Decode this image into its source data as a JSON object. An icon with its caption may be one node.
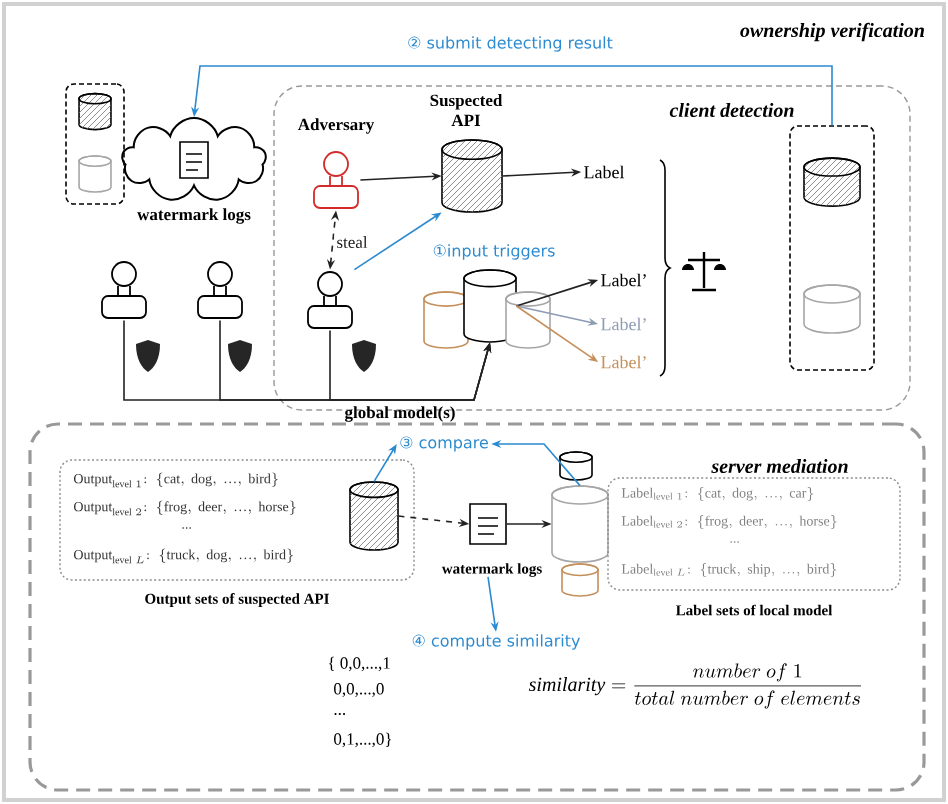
{
  "diagram": {
    "nodes": [
      {
        "text": [
          "client detection"
        ]
      },
      {
        "text": [
          "server mediation"
        ]
      },
      {
        "text": [],
        "shape": "box"
      },
      {
        "text": [
          "watermark logs"
        ]
      },
      {
        "text": [
          "Adversary"
        ],
        "in": 0
      },
      {
        "text": [
          "Suspected API"
        ],
        "in": 0
      },
      {
        "text": [
          "Label"
        ],
        "in": 0
      },
      {
        "text": [],
        "shape": "box",
        "in": 0
      },
      {
        "text": [],
        "shape": "person",
        "in": 0
      },
      {
        "text": [],
        "shape": "cylinder",
        "in": 0
      },
      {
        "text": [
          "Label’"
        ],
        "in": 0
      },
      {
        "text": [
          "Label’"
        ],
        "in": 0
      },
      {
        "text": [
          "Label’"
        ],
        "in": 0
      },
      {
        "text": [],
        "shape": "person"
      },
      {
        "text": [],
        "shape": "person"
      },
      {
        "text": [
          "\\mathrm{Output}_{\\mathrm{level}\\ 1}\\mathrm{:\\ \\{cat,\\ dog,\\ ...,\\ bird\\}}",
          "\\mathrm{Output}_{\\mathrm{level}\\ 2}\\mathrm{:\\ \\{frog,\\ deer,\\ ...,\\ horse\\}}",
          "...",
          "\\mathrm{Output}_{\\mathrm{level}\\ L}\\mathrm{:\\ \\{truck,\\ dog,\\ ...,\\ bird\\}}",
          "Output sets of suspected API"
        ],
        "in": 1
      },
      {
        "text": [],
        "shape": "cylinder",
        "in": 15
      },
      {
        "text": [
          "watermark logs"
        ],
        "in": 1
      },
      {
        "text": [],
        "shape": "cylinder",
        "in": 1
      },
      {
        "text": [
          "\\mathrm{Label}_{\\mathrm{level}\\ 1}\\mathrm{:\\ \\{cat,\\ dog,\\ ...,\\ car\\}}",
          "\\mathrm{Label}_{\\mathrm{level}\\ 2}\\mathrm{:\\ \\{frog,\\ deer,\\ ...,\\ horse\\}}",
          "...",
          "\\mathrm{Label}_{\\mathrm{level}\\ L}\\mathrm{:\\ \\{truck,\\ ship,\\ ...,\\ bird\\}}",
          "Label sets of local model"
        ],
        "in": 1
      },
      {
        "text": [
          "③ compare"
        ],
        "in": 1
      },
      {
        "text": [
          "④ compute similarity"
        ],
        "in": 1
      }
    ],
    "edges": [
      {
        "from": 4,
        "to": 5,
        "arrow": "to"
      },
      {
        "from": 5,
        "to": 6,
        "arrow": "to"
      },
      {
        "from": 9,
        "to": 10,
        "arrow": "to"
      },
      {
        "from": 9,
        "to": 11,
        "arrow": "to",
        "color": "#8c9cb3"
      },
      {
        "from": 9,
        "to": 12,
        "arrow": "to",
        "color": "#c58f5a"
      },
      {
        "from": 8,
        "to": 4,
        "arrow": "both",
        "style": "dashed",
        "label": "steal"
      },
      {
        "from": 8,
        "to": 5,
        "arrow": "to",
        "color": "#2b8ad0",
        "label": "①input triggers"
      },
      {
        "from": 7,
        "to": 3,
        "arrow": "to",
        "color": "#2b8ad0",
        "label": "② submit detecting result"
      },
      {
        "from": 13,
        "to": 9,
        "arrow": "to"
      },
      {
        "from": 14,
        "to": 9,
        "arrow": "to"
      },
      {
        "from": 8,
        "to": 9,
        "arrow": "to"
      },
      {
        "from": 16,
        "to": 17,
        "arrow": "to",
        "style": "dashed"
      },
      {
        "from": 17,
        "to": 18,
        "arrow": "to"
      },
      {
        "from": 16,
        "to": 20,
        "arrow": "to",
        "color": "#2b8ad0"
      },
      {
        "from": 18,
        "to": 20,
        "arrow": "to",
        "color": "#2b8ad0"
      },
      {
        "from": 17,
        "to": 21,
        "arrow": "to",
        "color": "#2b8ad0"
      }
    ],
    "labels": [
      "ownership verification",
      "global model(s)",
      "{ 0,0,...,1",
      "0,0,...,0",
      "...",
      "0,1,...,0}",
      "\\mathit{similarity} = \\frac{number\\ of\\ 1}{total\\ number\\ of\\ elements}"
    ]
  }
}
